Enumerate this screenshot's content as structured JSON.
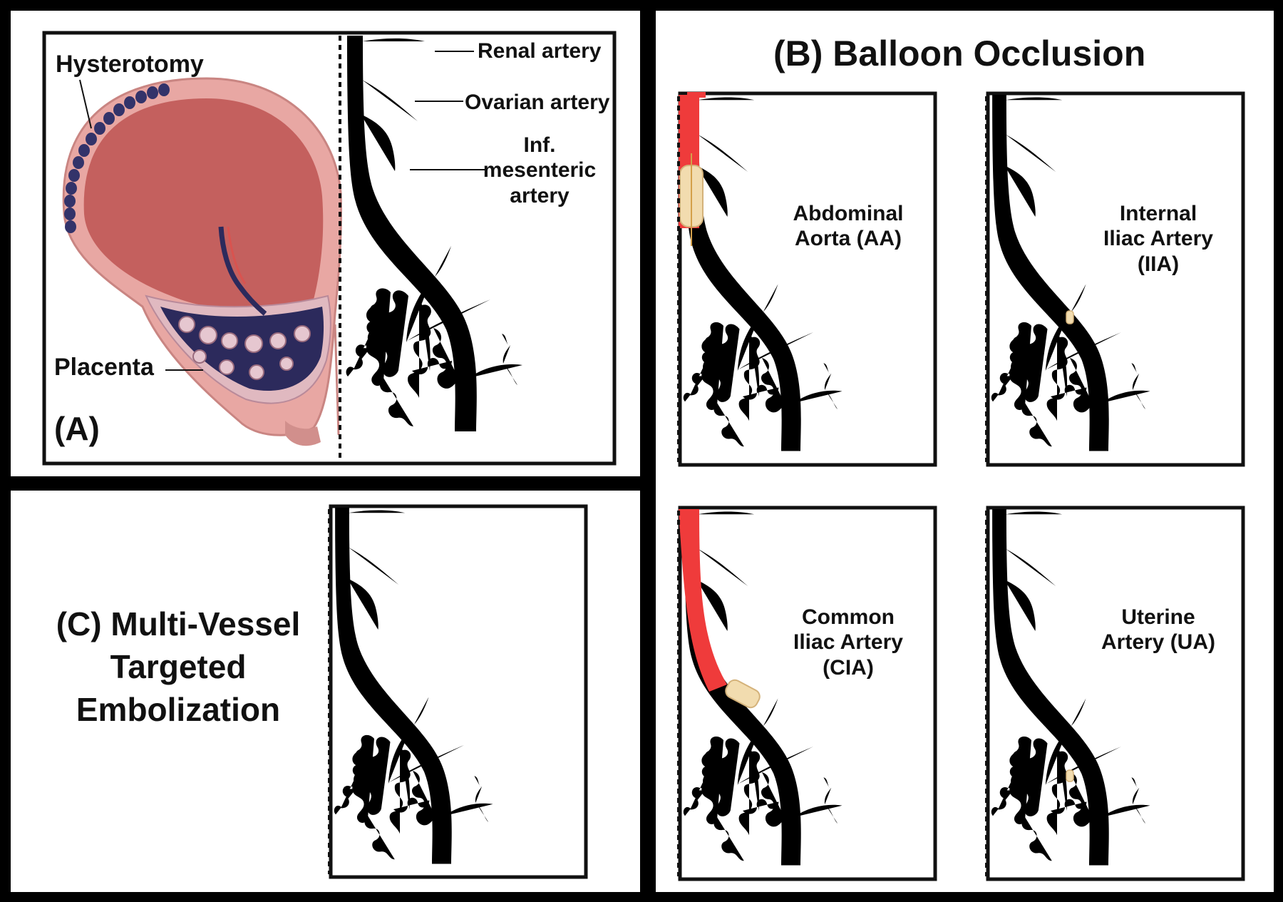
{
  "colors": {
    "artery": "#ef3b3b",
    "artery_highlight": "#ff8e8e",
    "occluded": "#5c5f63",
    "occluded_highlight": "#8b8e92",
    "balloon": "#f2dcaf",
    "uterus_wall": "#e8a7a3",
    "uterus_cavity": "#c4605e",
    "placenta": "#2c2a5c",
    "suture": "#33336a"
  },
  "panel_a": {
    "tag": "(A)",
    "hysterotomy": "Hysterotomy",
    "placenta": "Placenta",
    "renal_artery": "Renal artery",
    "ovarian_artery": "Ovarian artery",
    "inf_mesenteric_artery": [
      "Inf.",
      "mesenteric",
      "artery"
    ]
  },
  "panel_b": {
    "title": "(B) Balloon Occlusion",
    "abdominal_aorta": [
      "Abdominal",
      "Aorta (AA)"
    ],
    "internal_iliac": [
      "Internal",
      "Iliac Artery",
      "(IIA)"
    ],
    "common_iliac": [
      "Common",
      "Iliac Artery",
      "(CIA)"
    ],
    "uterine_artery": [
      "Uterine",
      "Artery (UA)"
    ]
  },
  "panel_c": {
    "title": [
      "(C) Multi-Vessel",
      "Targeted",
      "Embolization"
    ]
  }
}
